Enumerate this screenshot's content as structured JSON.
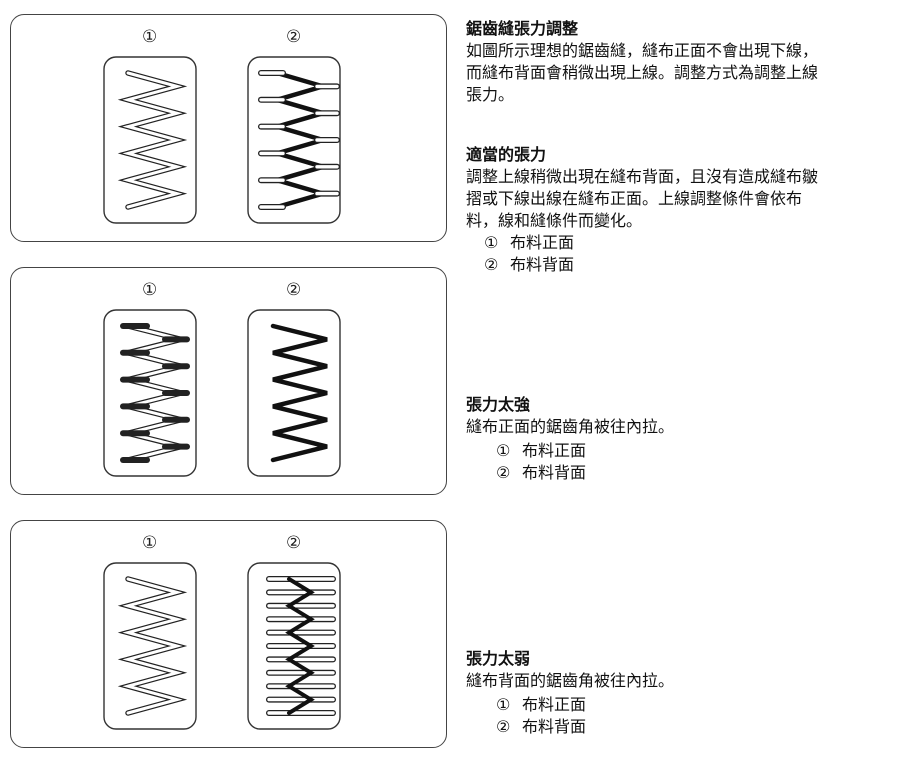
{
  "figures": [
    {
      "markers": [
        "①",
        "②"
      ],
      "left_style": "outline",
      "right_style": "outline-with-dark-diagonals"
    },
    {
      "markers": [
        "①",
        "②"
      ],
      "left_style": "outline-with-dark-bars",
      "right_style": "dark-zigzag"
    },
    {
      "markers": [
        "①",
        "②"
      ],
      "left_style": "outline",
      "right_style": "dark-spine-with-outline-bars"
    }
  ],
  "section1": {
    "title": "鋸齒縫張力調整",
    "lines": [
      "如圖所示理想的鋸齒縫，縫布正面不會出現下線，",
      "而縫布背面會稍微出現上線。調整方式為調整上線",
      "張力。"
    ]
  },
  "section2": {
    "title": "適當的張力",
    "lines": [
      "調整上線稍微出現在縫布背面，且沒有造成縫布皺",
      "摺或下線出線在縫布正面。上線調整條件會依布",
      "料，線和縫條件而變化。"
    ],
    "legend": [
      {
        "n": "①",
        "text": "布料正面"
      },
      {
        "n": "②",
        "text": "布料背面"
      }
    ]
  },
  "section3": {
    "title": "張力太強",
    "lines": [
      "縫布正面的鋸齒角被往內拉。"
    ],
    "legend": [
      {
        "n": "①",
        "text": "布料正面"
      },
      {
        "n": "②",
        "text": "布料背面"
      }
    ]
  },
  "section4": {
    "title": "張力太弱",
    "lines": [
      "縫布背面的鋸齒角被往內拉。"
    ],
    "legend": [
      {
        "n": "①",
        "text": "布料正面"
      },
      {
        "n": "②",
        "text": "布料背面"
      }
    ]
  }
}
